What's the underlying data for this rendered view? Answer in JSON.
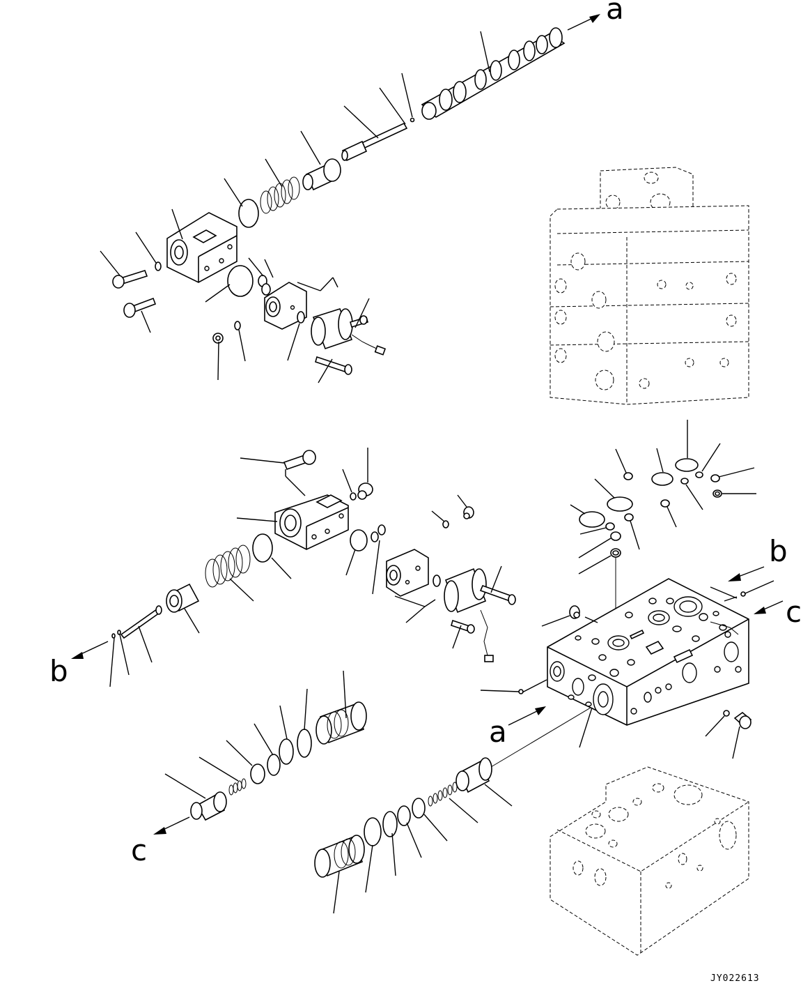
{
  "labels": {
    "a_top": "a",
    "a_mid": "a",
    "b_left": "b",
    "b_right": "b",
    "c_left": "c",
    "c_right": "c"
  },
  "drawing_code": "JY022613"
}
